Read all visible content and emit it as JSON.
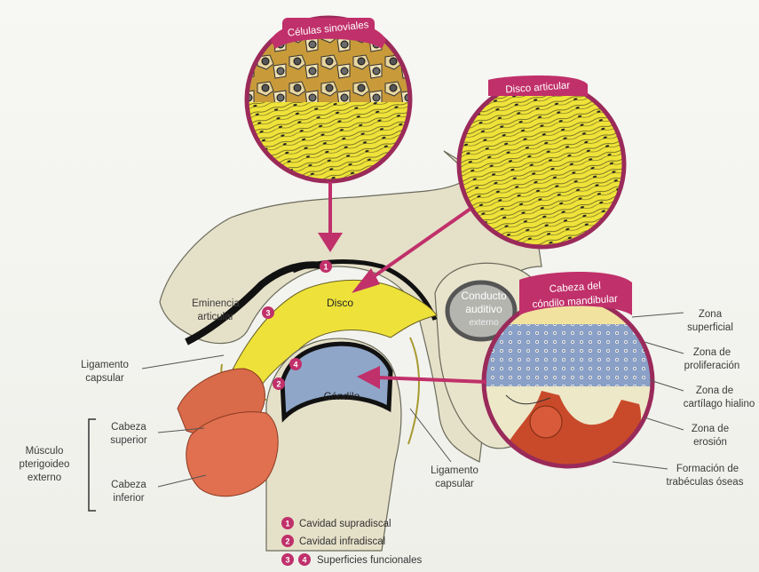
{
  "insets": {
    "synovial": "Células sinoviales",
    "disc": "Disco articular",
    "condyle_line1": "Cabeza del",
    "condyle_line2": "cóndilo mandibular"
  },
  "labels": {
    "disco": "Disco",
    "condilo": "Cóndilo",
    "eminencia_1": "Eminencia",
    "eminencia_2": "articular",
    "conducto_1": "Conducto",
    "conducto_2": "auditivo",
    "conducto_3": "externo",
    "ligamento_left_1": "Ligamento",
    "ligamento_left_2": "capsular",
    "cabeza_superior_1": "Cabeza",
    "cabeza_superior_2": "superior",
    "cabeza_inferior_1": "Cabeza",
    "cabeza_inferior_2": "inferior",
    "musculo_1": "Músculo",
    "musculo_2": "pterigoideo",
    "musculo_3": "externo",
    "ligamento_bottom_1": "Ligamento",
    "ligamento_bottom_2": "capsular"
  },
  "zones": {
    "superficial_1": "Zona",
    "superficial_2": "superficial",
    "proliferacion_1": "Zona de",
    "proliferacion_2": "proliferación",
    "cartilago_1": "Zona de",
    "cartilago_2": "cartílago hialino",
    "erosion_1": "Zona de",
    "erosion_2": "erosión",
    "formacion_1": "Formación de",
    "formacion_2": "trabéculas óseas"
  },
  "legend": {
    "items": [
      "Cavidad supradiscal",
      "Cavidad infradiscal",
      "Superficies funcionales"
    ]
  },
  "colors": {
    "accent_magenta": "#c0306a",
    "disc_yellow": "#eee23a",
    "bone": "#e5e0c8",
    "muscle": "#d96a4a",
    "cartilage_blue": "#8fa6c8"
  }
}
